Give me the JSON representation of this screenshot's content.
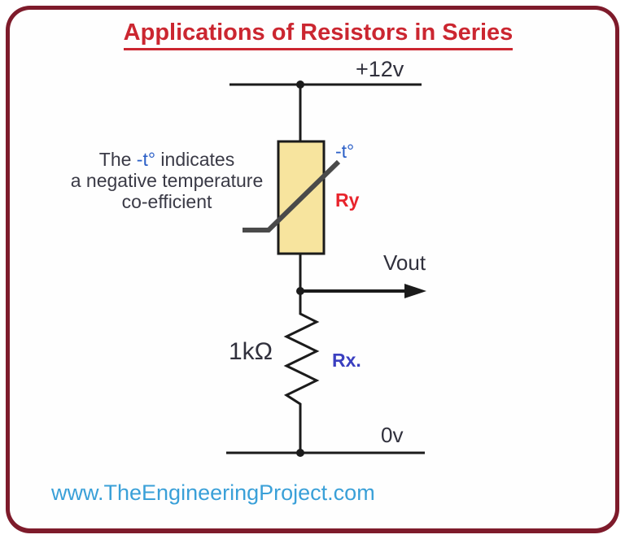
{
  "frame": {
    "border_color": "#7E1B2B"
  },
  "title": {
    "text": "Applications of Resistors in Series",
    "color": "#CB2630"
  },
  "circuit": {
    "supply_label": "+12v",
    "ground_label": "0v",
    "output_label": "Vout",
    "thermistor": {
      "ref": "Ry",
      "temp_label": "-t°",
      "ref_color": "#E8242C",
      "temp_color": "#2B5FC7",
      "body_fill": "#F7E49E"
    },
    "resistor": {
      "ref": "Rx.",
      "value": "1kΩ",
      "ref_color": "#3A3FC0"
    }
  },
  "note": {
    "prefix": "The ",
    "highlight": "-t°",
    "suffix": " indicates",
    "line2": "a negative temperature",
    "line3": "co-efficient"
  },
  "footer": {
    "website": "www.TheEngineeringProject.com",
    "color": "#3AA0D8"
  }
}
